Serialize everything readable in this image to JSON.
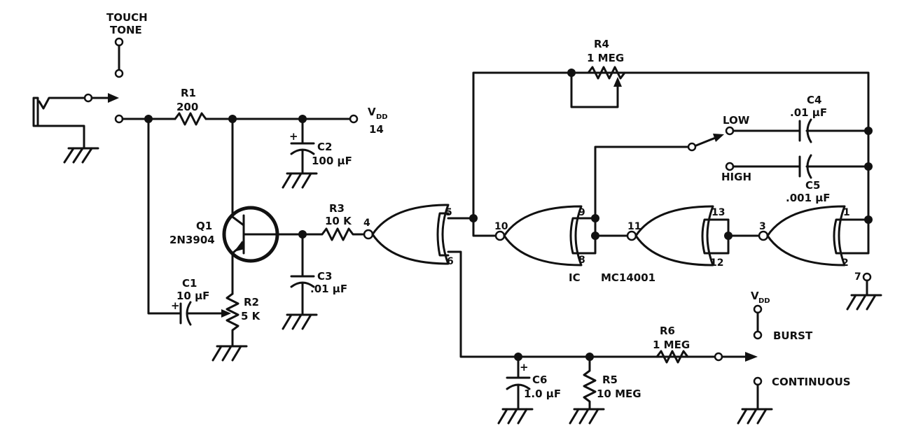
{
  "switch_touch_tone": [
    "TOUCH",
    "TONE"
  ],
  "r1": {
    "ref": "R1",
    "value": "200"
  },
  "vdd_top": {
    "v": "V",
    "sub": "DD",
    "pin": "14"
  },
  "c2": {
    "ref": "C2",
    "value": "100 µF",
    "polarity": "+"
  },
  "q1": {
    "ref": "Q1",
    "type": "2N3904"
  },
  "c1": {
    "ref": "C1",
    "value": "10 µF",
    "polarity": "+"
  },
  "r2": {
    "ref": "R2",
    "value": "5 K"
  },
  "r3": {
    "ref": "R3",
    "value": "10 K"
  },
  "c3": {
    "ref": "C3",
    "value": ".01 µF"
  },
  "r4": {
    "ref": "R4",
    "value": "1 MEG"
  },
  "c4": {
    "ref": "C4",
    "value": ".01 µF"
  },
  "c5": {
    "ref": "C5",
    "value": ".001 µF"
  },
  "switch_pitch": {
    "low": "LOW",
    "high": "HIGH"
  },
  "ic": {
    "ref": "IC",
    "part": "MC14001"
  },
  "pins": {
    "p4": "4",
    "p5": "5",
    "p6": "6",
    "p10": "10",
    "p9": "9",
    "p8": "8",
    "p11": "11",
    "p13": "13",
    "p12": "12",
    "p3": "3",
    "p1": "1",
    "p2": "2",
    "p7": "7"
  },
  "vdd_mode": {
    "v": "V",
    "sub": "DD"
  },
  "switch_mode": {
    "burst": "BURST",
    "continuous": "CONTINUOUS"
  },
  "r6": {
    "ref": "R6",
    "value": "1 MEG"
  },
  "c6": {
    "ref": "C6",
    "value": "1.0 µF",
    "polarity": "+"
  },
  "r5": {
    "ref": "R5",
    "value": "10 MEG"
  }
}
